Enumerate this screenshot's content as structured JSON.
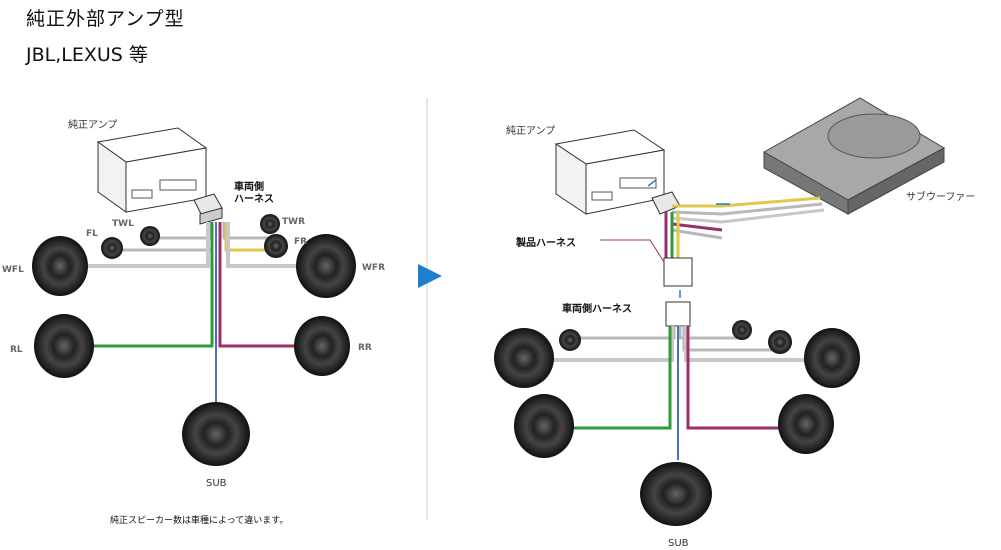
{
  "header": {
    "title": "純正外部アンプ型",
    "subtitle": "JBL,LEXUS 等"
  },
  "left": {
    "amp_label": "純正アンプ",
    "harness_label_line1": "車両側",
    "harness_label_line2": "ハーネス",
    "labels": {
      "twl": "TWL",
      "fl": "FL",
      "twr": "TWR",
      "fr": "FR",
      "wfl": "WFL",
      "wfr": "WFR",
      "rl": "RL",
      "rr": "RR",
      "sub": "SUB"
    }
  },
  "right": {
    "amp_label": "純正アンプ",
    "product_harness_label": "製品ハーネス",
    "vehicle_harness_label": "車両側ハーネス",
    "subwoofer_label": "サブウーファー",
    "sub_label": "SUB"
  },
  "note": "純正スピーカー数は車種によって違います。",
  "colors": {
    "arrow": "#1e7fd0",
    "green_wire": "#2f9a3a",
    "pink_wire": "#9a2f6a",
    "blue_wire": "#4a70c8",
    "yellow_wire": "#e0c84a",
    "grey_wire": "#b8b8b8"
  }
}
